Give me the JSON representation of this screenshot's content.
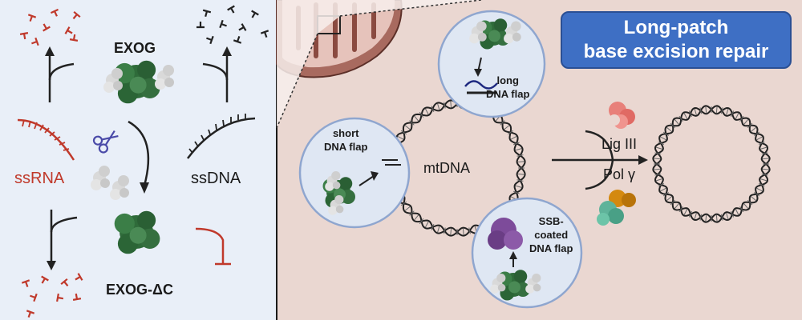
{
  "left_panel": {
    "exog_label": "EXOG",
    "exog_dc_label": "EXOG-ΔC",
    "ssrna_label": "ssRNA",
    "ssdna_label": "ssDNA"
  },
  "right_panel": {
    "title_line1": "Long-patch",
    "title_line2": "base excision repair",
    "long_flap_line1": "long",
    "long_flap_line2": "DNA flap",
    "short_flap_line1": "short",
    "short_flap_line2": "DNA flap",
    "mtdna_label": "mtDNA",
    "ssb_line1": "SSB-",
    "ssb_line2": "coated",
    "ssb_line3": "DNA flap",
    "lig_label": "Lig III",
    "pol_label": "Pol γ"
  },
  "colors": {
    "left_bg": "#e9eff8",
    "right_bg": "#ead7d1",
    "title_bg": "#3e6fc4",
    "ssrna": "#c0392b",
    "protein_green": "#2f6b3a",
    "bubble_fill": "#dfe7f3",
    "bubble_stroke": "#8fa6cf"
  }
}
